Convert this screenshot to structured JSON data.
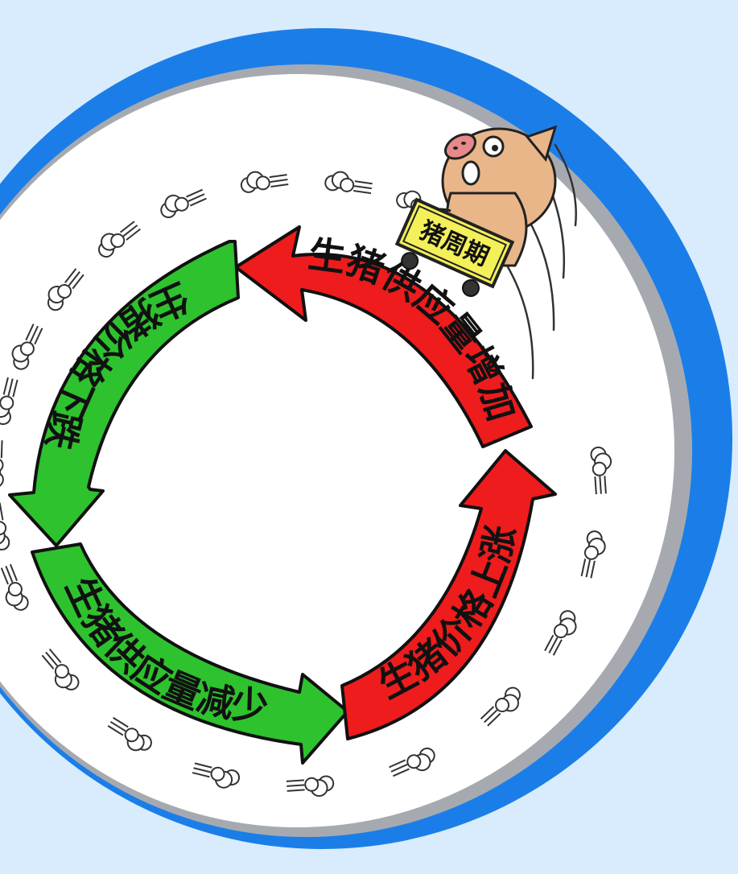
{
  "colors": {
    "background": "#d9ecfd",
    "outer_ring": "#1b7ee8",
    "grey_ring": "#a6aab0",
    "disc": "#ffffff",
    "red_arrow": "#ee1c1c",
    "green_arrow": "#2ec22e",
    "cart": "#f3f05a",
    "pig": "#e9b68a"
  },
  "cart_label": "猪周期",
  "phases": [
    {
      "id": "supply-increase",
      "text": "生猪供应量增加",
      "color": "red"
    },
    {
      "id": "price-fall",
      "text": "生猪价格下跌",
      "color": "green"
    },
    {
      "id": "supply-decrease",
      "text": "生猪供应量减少",
      "color": "green"
    },
    {
      "id": "price-rise",
      "text": "生猪价格上涨",
      "color": "red"
    }
  ],
  "icons": [
    "pig-icon",
    "cart-icon",
    "dust-cloud-icon"
  ]
}
